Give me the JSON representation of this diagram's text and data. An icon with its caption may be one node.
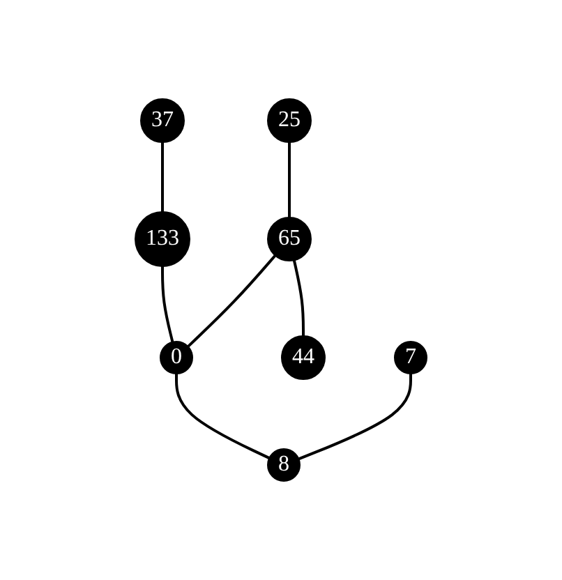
{
  "diagram": {
    "nodes": [
      {
        "text": [
          "37"
        ]
      },
      {
        "text": [
          "25"
        ]
      },
      {
        "text": [
          "133"
        ]
      },
      {
        "text": [
          "65"
        ]
      },
      {
        "text": [
          "44"
        ]
      },
      {
        "text": [
          "0"
        ]
      },
      {
        "text": [
          "7"
        ]
      },
      {
        "text": [
          "8"
        ]
      }
    ],
    "edges": [
      {
        "from": 0,
        "to": 2,
        "arrow": "none"
      },
      {
        "from": 2,
        "to": 5,
        "arrow": "none"
      },
      {
        "from": 3,
        "to": 5,
        "arrow": "none"
      },
      {
        "from": 1,
        "to": 3,
        "arrow": "none"
      },
      {
        "from": 3,
        "to": 4,
        "arrow": "none"
      },
      {
        "from": 5,
        "to": 7,
        "arrow": "none"
      },
      {
        "from": 6,
        "to": 7,
        "arrow": "none"
      }
    ]
  }
}
